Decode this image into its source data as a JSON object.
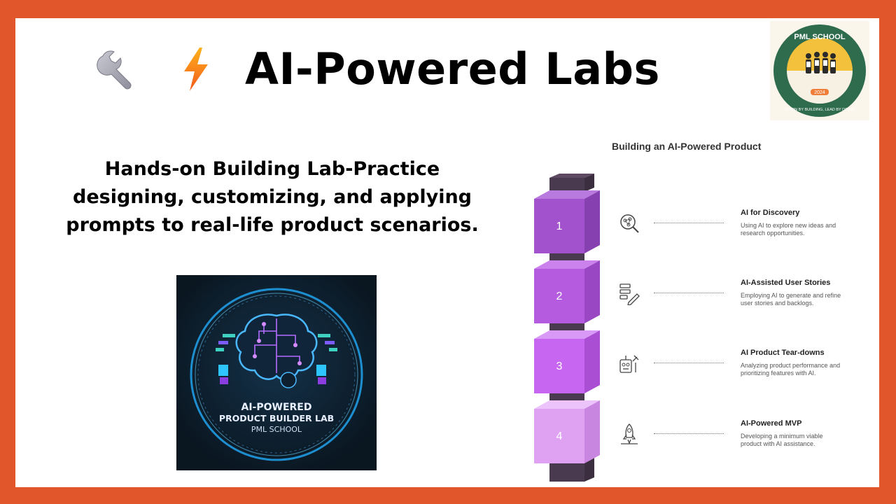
{
  "header": {
    "title": "AI-Powered Labs",
    "wrench_icon": "wrench-icon",
    "bolt_icon": "lightning-bolt-icon"
  },
  "logo": {
    "name": "PML SCHOOL",
    "tagline": "LEARN BY BUILDING, LEAD BY DOING",
    "year": "2024"
  },
  "subtitle": "Hands-on Building Lab-Practice designing, customizing, and applying prompts to real-life product scenarios.",
  "lab_image": {
    "line1": "AI-POWERED",
    "line2": "PRODUCT BUILDER LAB",
    "line3": "PML SCHOOL"
  },
  "diagram": {
    "title": "Building an AI-Powered Product",
    "steps": [
      {
        "number": "1",
        "heading": "AI for Discovery",
        "desc_line1": "Using AI to explore new ideas and",
        "desc_line2": "research opportunities.",
        "icon": "discovery-icon"
      },
      {
        "number": "2",
        "heading": "AI-Assisted User Stories",
        "desc_line1": "Employing AI to generate and refine",
        "desc_line2": "user stories and backlogs.",
        "icon": "user-stories-icon"
      },
      {
        "number": "3",
        "heading": "AI Product Tear-downs",
        "desc_line1": "Analyzing product performance and",
        "desc_line2": "prioritizing features with AI.",
        "icon": "teardown-icon"
      },
      {
        "number": "4",
        "heading": "AI-Powered MVP",
        "desc_line1": "Developing a minimum viable",
        "desc_line2": "product with AI assistance.",
        "icon": "rocket-icon"
      }
    ]
  },
  "colors": {
    "frame": "#e2562b",
    "block1": "#a252cc",
    "block2": "#b55bdf",
    "block3": "#c766f0",
    "block4": "#dfa2f3",
    "connector": "#4a3a4f"
  }
}
